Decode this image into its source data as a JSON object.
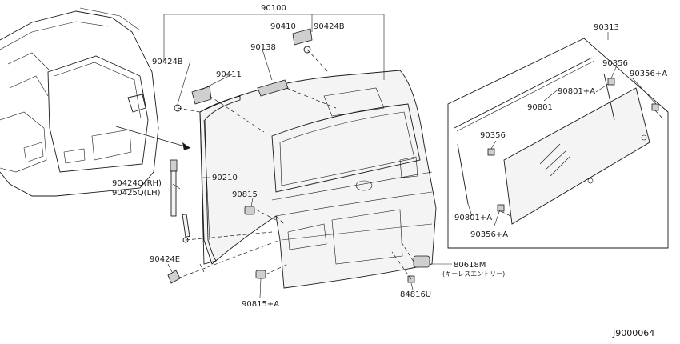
{
  "labels": {
    "p90100": "90100",
    "p90410": "90410",
    "p90424B_top": "90424B",
    "p90138": "90138",
    "p90424B_left": "90424B",
    "p90411": "90411",
    "p90210": "90210",
    "p90815": "90815",
    "p90424Q": "90424Q(RH)",
    "p90425Q": "90425Q(LH)",
    "p90424E": "90424E",
    "p90815A": "90815+A",
    "p80618M": "80618M",
    "p80618M_note": "(キーレスエントリー)",
    "p84816U": "84816U",
    "p90313": "90313",
    "p90356_top": "90356",
    "p90356A_top": "90356+A",
    "p90801A_top": "90801+A",
    "p90801": "90801",
    "p90356_mid": "90356",
    "p90801A_bot": "90801+A",
    "p90356A_bot": "90356+A",
    "diagram_code": "J9000064"
  }
}
